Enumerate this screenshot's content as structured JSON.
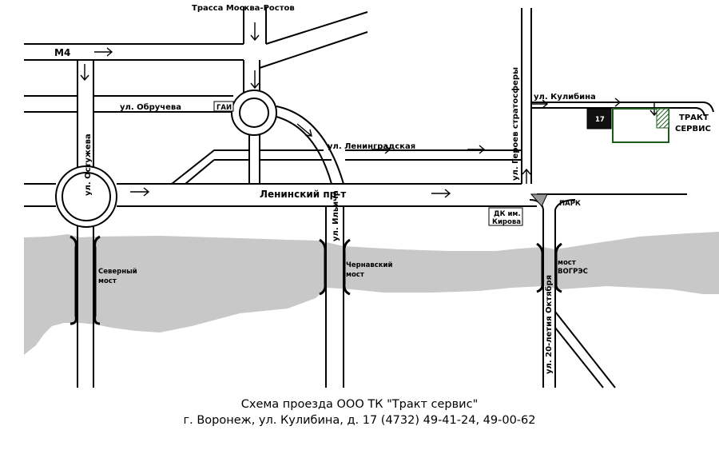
{
  "colors": {
    "river": "#c8c8c8",
    "road": "#000000",
    "background": "#ffffff"
  },
  "labels": {
    "highway": "Трасса Москва-Ростов",
    "m4": "М4",
    "obrucheva": "ул. Обручева",
    "gai": "ГАИ",
    "leningradskaya": "ул. Ленинградская",
    "kulibina": "ул. Кулибина",
    "geroev": "ул. Героев стратосферы",
    "ostuzheva": "ул. Остужева",
    "leninsky": "Ленинский пр-т",
    "ilyicha": "ул. Ильича",
    "dk_line1": "ДК им.",
    "dk_line2": "Кирова",
    "park": "ПАРК",
    "severny_line1": "Северный",
    "severny_line2": "мост",
    "chernavsky_line1": "Чернавский",
    "chernavsky_line2": "мост",
    "vogres_line1": "мост",
    "vogres_line2": "ВОГРЭС",
    "oktyabrya": "ул. 20-летия Октября",
    "building_number": "17",
    "company_line1": "ТРАКТ",
    "company_line2": "СЕРВИС"
  },
  "caption": {
    "line1": "Схема проезда ООО ТК \"Тракт сервис\"",
    "line2": "г. Воронеж, ул. Кулибина, д. 17  (4732) 49-41-24, 49-00-62"
  }
}
